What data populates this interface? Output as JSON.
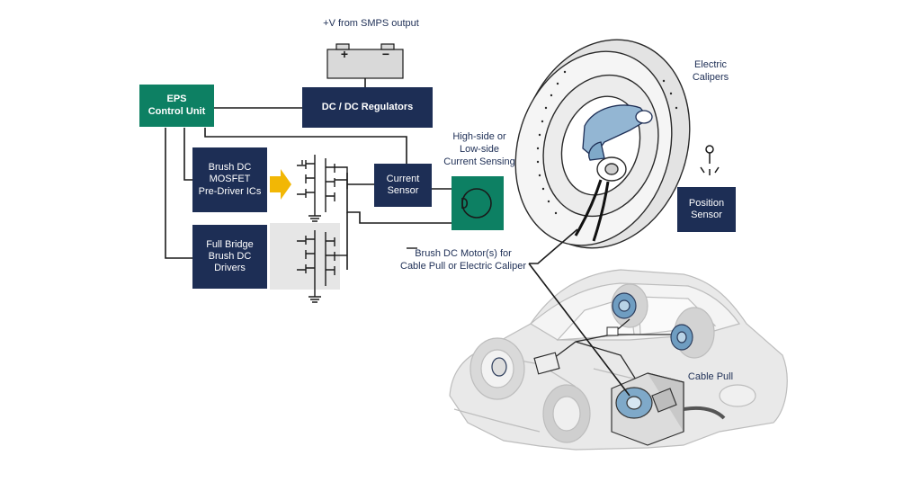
{
  "supply": {
    "label": "+V from SMPS output",
    "battery_plus": "+",
    "battery_minus": "−"
  },
  "eps": {
    "label": "EPS\nControl Unit"
  },
  "dcdc": {
    "label": "DC / DC Regulators"
  },
  "predriver": {
    "label": "Brush DC\nMOSFET\nPre-Driver ICs"
  },
  "fullbridge": {
    "label": "Full Bridge\nBrush DC\nDrivers"
  },
  "current_sensor": {
    "label": "Current\nSensor"
  },
  "sensing": {
    "label": "High-side or\nLow-side\nCurrent Sensing"
  },
  "calipers": {
    "label": "Electric\nCalipers"
  },
  "position_sensor": {
    "label": "Position\nSensor"
  },
  "motor_callout": {
    "label": "Brush DC Motor(s) for\nCable Pull or Electric Caliper"
  },
  "cable_pull": {
    "label": "Cable Pull"
  },
  "colors": {
    "navy": "#1d2e55",
    "green": "#0d8063",
    "arrow": "#f2b705",
    "motor_blue": "#7fa9c9",
    "car_gray": "#e6e6e6"
  }
}
